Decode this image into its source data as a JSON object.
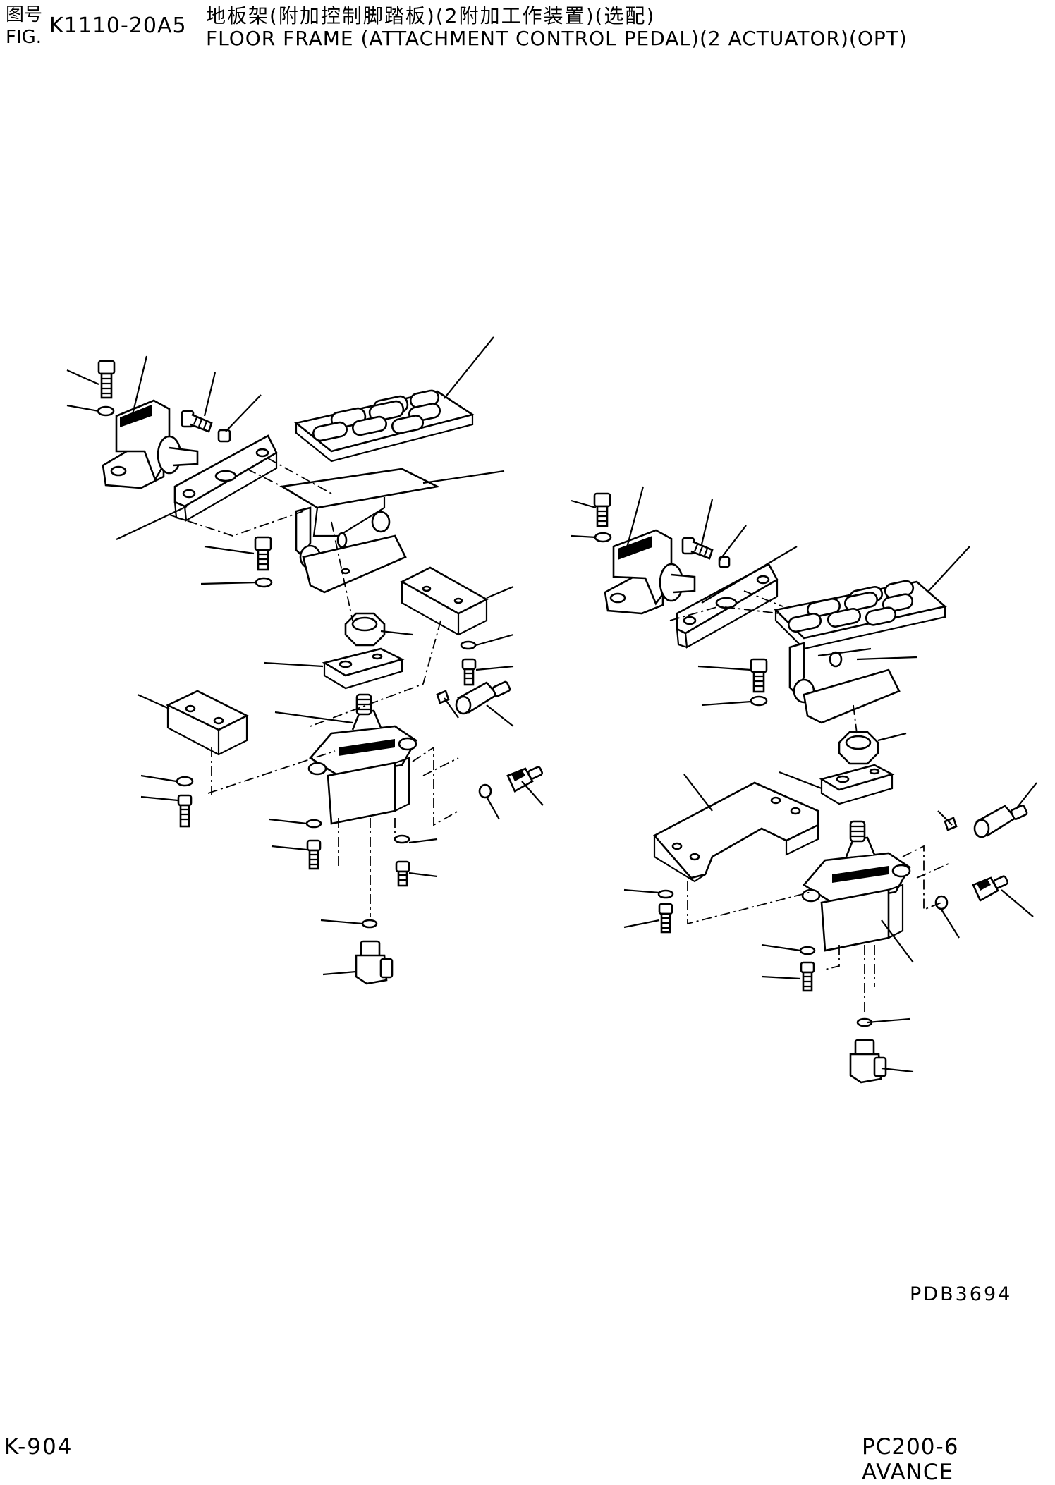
{
  "header": {
    "fig_label_cn": "图号",
    "fig_label_en": "FIG.",
    "fig_number": "K1110-20A5",
    "title_cn": "地板架(附加控制脚踏板)(2附加工作装置)(选配)",
    "title_en": "FLOOR FRAME (ATTACHMENT CONTROL PEDAL)(2 ACTUATOR)(OPT)"
  },
  "drawing": {
    "reference_code": "PDB3694"
  },
  "footer": {
    "page_number": "K-904",
    "model": "PC200-6 AVANCE"
  }
}
